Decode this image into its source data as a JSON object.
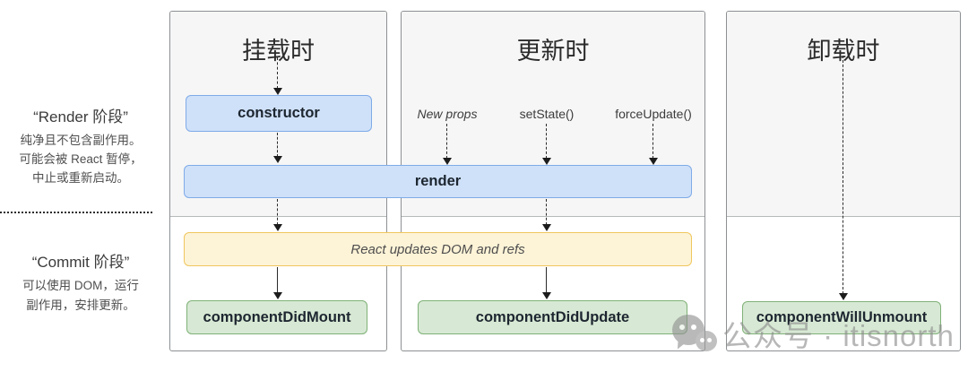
{
  "sidebar": {
    "render_phase": {
      "title": "“Render 阶段”",
      "line1": "纯净且不包含副作用。",
      "line2": "可能会被 React 暂停，",
      "line3": "中止或重新启动。"
    },
    "commit_phase": {
      "title": "“Commit 阶段”",
      "line1": "可以使用 DOM，运行",
      "line2": "副作用，安排更新。"
    }
  },
  "columns": {
    "mount": {
      "title": "挂载时"
    },
    "update": {
      "title": "更新时",
      "triggers": [
        "New props",
        "setState()",
        "forceUpdate()"
      ]
    },
    "unmount": {
      "title": "卸载时"
    }
  },
  "boxes": {
    "constructor": "constructor",
    "render": "render",
    "react_updates": "React updates DOM and refs",
    "component_did_mount": "componentDidMount",
    "component_did_update": "componentDidUpdate",
    "component_will_unmount": "componentWillUnmount"
  },
  "watermark": {
    "text": "公众号 · itisnorth"
  },
  "colors": {
    "blue_fill": "#cfe1f9",
    "blue_border": "#7fabe8",
    "yellow_fill": "#fdf3d7",
    "yellow_border": "#f0c75e",
    "green_fill": "#d7e9d4",
    "green_border": "#7fb177",
    "panel_border": "#8d9093",
    "panel_top_bg": "#f6f6f6"
  }
}
